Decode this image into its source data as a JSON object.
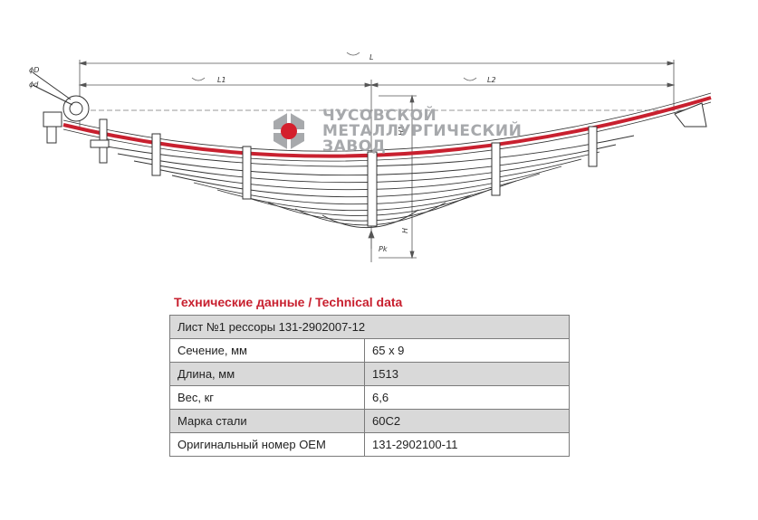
{
  "brand": {
    "line1": "ЧУСОВСКОЙ",
    "line2": "МЕТАЛЛУРГИЧЕСКИЙ",
    "line3": "ЗАВОД",
    "logo_color": "#d41f2c",
    "text_color": "#a7a9ac"
  },
  "drawing": {
    "label_L": "L",
    "label_L1": "L1",
    "label_L2": "L2",
    "label_D": "ϕD",
    "label_d": "ϕd",
    "label_H": "H",
    "label_H1": "H1",
    "label_Pk": "Pk",
    "spring_color": "#c8202f"
  },
  "tech": {
    "title": "Технические данные / Technical data",
    "header": "Лист №1 рессоры 131-2902007-12",
    "rows": [
      {
        "label": "Сечение, мм",
        "value": "65 х 9"
      },
      {
        "label": "Длина, мм",
        "value": "1513"
      },
      {
        "label": "Вес, кг",
        "value": "6,6"
      },
      {
        "label": "Марка стали",
        "value": "60С2"
      },
      {
        "label": "Оригинальный номер OEM",
        "value": "131-2902100-11"
      }
    ]
  }
}
